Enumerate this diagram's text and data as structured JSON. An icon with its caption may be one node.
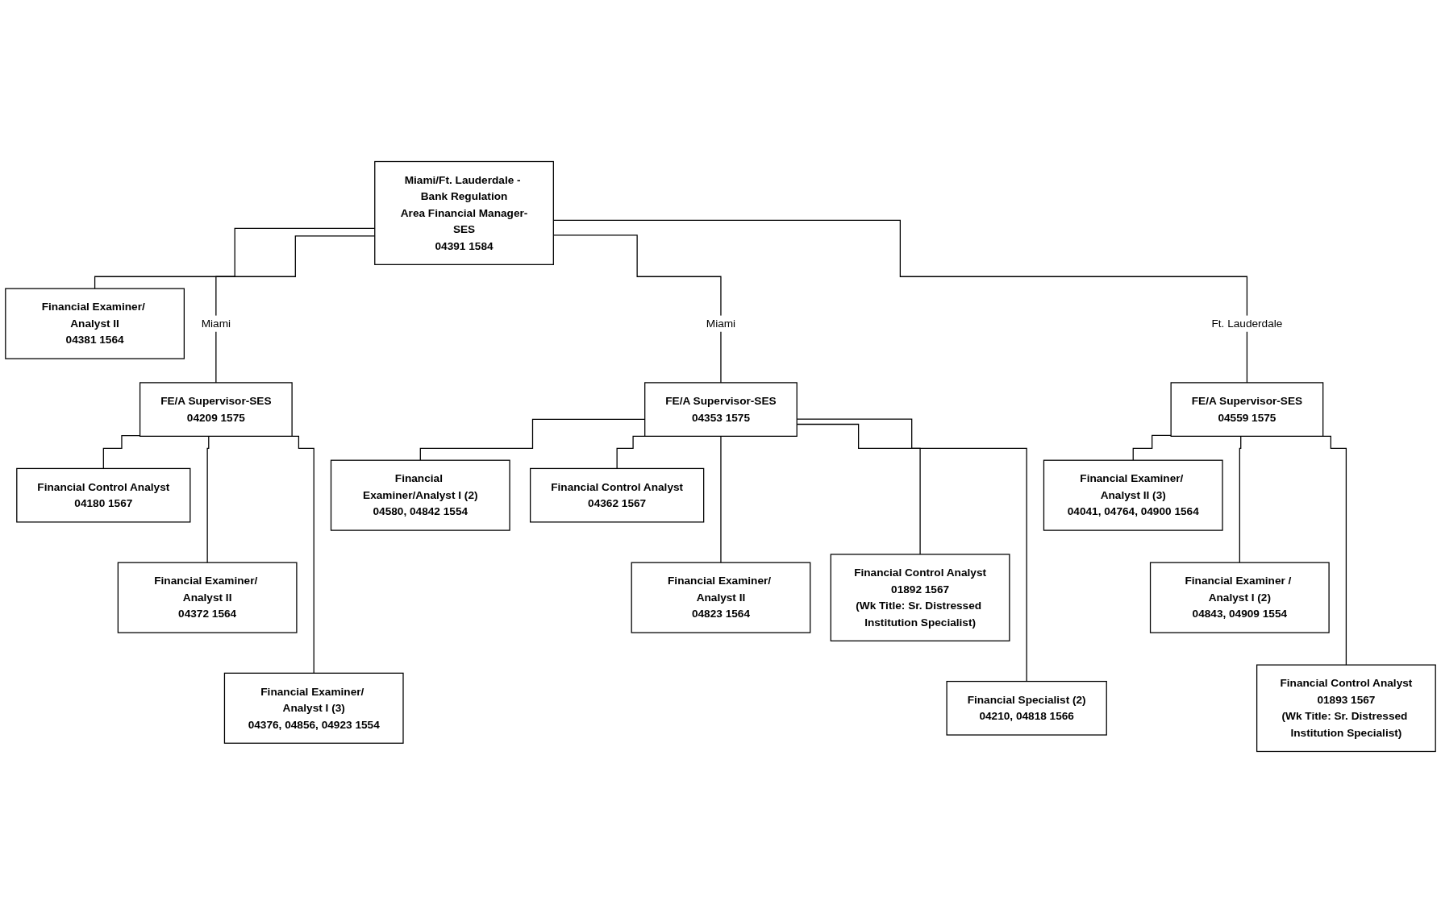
{
  "diagram": {
    "nodes": [
      {
        "text": [
          "Miami/Ft. Lauderdale - Bank Regulation",
          "Area Financial Manager-SES",
          "04391 1584"
        ]
      },
      {
        "text": [
          "Financial Examiner/ Analyst II",
          "04381 1564"
        ]
      },
      {
        "text": [
          "FE/A Supervisor-SES",
          "04209 1575"
        ]
      },
      {
        "text": [
          "FE/A Supervisor-SES",
          "04353 1575"
        ]
      },
      {
        "text": [
          "FE/A Supervisor-SES",
          "04559 1575"
        ]
      },
      {
        "text": [
          "Financial Control Analyst",
          "04180 1567"
        ]
      },
      {
        "text": [
          "Financial Examiner/ Analyst II",
          "04372 1564"
        ]
      },
      {
        "text": [
          "Financial Examiner/ Analyst I (3)",
          "04376, 04856, 04923 1554"
        ]
      },
      {
        "text": [
          "Financial Examiner/Analyst I (2)",
          "04580, 04842 1554"
        ]
      },
      {
        "text": [
          "Financial Control Analyst",
          "04362 1567"
        ]
      },
      {
        "text": [
          "Financial Examiner/ Analyst II",
          "04823 1564"
        ]
      },
      {
        "text": [
          "Financial Control Analyst",
          "01892 1567",
          "(Wk Title: Sr. Distressed Institution Specialist)"
        ]
      },
      {
        "text": [
          "Financial Specialist (2)",
          "04210, 04818 1566"
        ]
      },
      {
        "text": [
          "Financial Examiner/ Analyst II (3)",
          "04041, 04764, 04900 1564"
        ]
      },
      {
        "text": [
          "Financial Examiner / Analyst I (2)",
          "04843, 04909 1554"
        ]
      },
      {
        "text": [
          "Financial Control Analyst",
          "01893 1567",
          "(Wk Title: Sr. Distressed Institution Specialist)"
        ]
      }
    ],
    "edges": [
      {
        "from": 0,
        "to": 1,
        "arrow": "none"
      },
      {
        "from": 0,
        "to": 2,
        "arrow": "none",
        "label": "Miami"
      },
      {
        "from": 0,
        "to": 3,
        "arrow": "none",
        "label": "Miami"
      },
      {
        "from": 0,
        "to": 4,
        "arrow": "none",
        "label": "Ft. Lauderdale"
      },
      {
        "from": 2,
        "to": 5,
        "arrow": "none"
      },
      {
        "from": 2,
        "to": 6,
        "arrow": "none"
      },
      {
        "from": 2,
        "to": 7,
        "arrow": "none"
      },
      {
        "from": 3,
        "to": 8,
        "arrow": "none"
      },
      {
        "from": 3,
        "to": 9,
        "arrow": "none"
      },
      {
        "from": 3,
        "to": 10,
        "arrow": "none"
      },
      {
        "from": 3,
        "to": 11,
        "arrow": "none"
      },
      {
        "from": 3,
        "to": 12,
        "arrow": "none"
      },
      {
        "from": 4,
        "to": 13,
        "arrow": "none"
      },
      {
        "from": 4,
        "to": 14,
        "arrow": "none"
      },
      {
        "from": 4,
        "to": 15,
        "arrow": "none"
      }
    ]
  }
}
